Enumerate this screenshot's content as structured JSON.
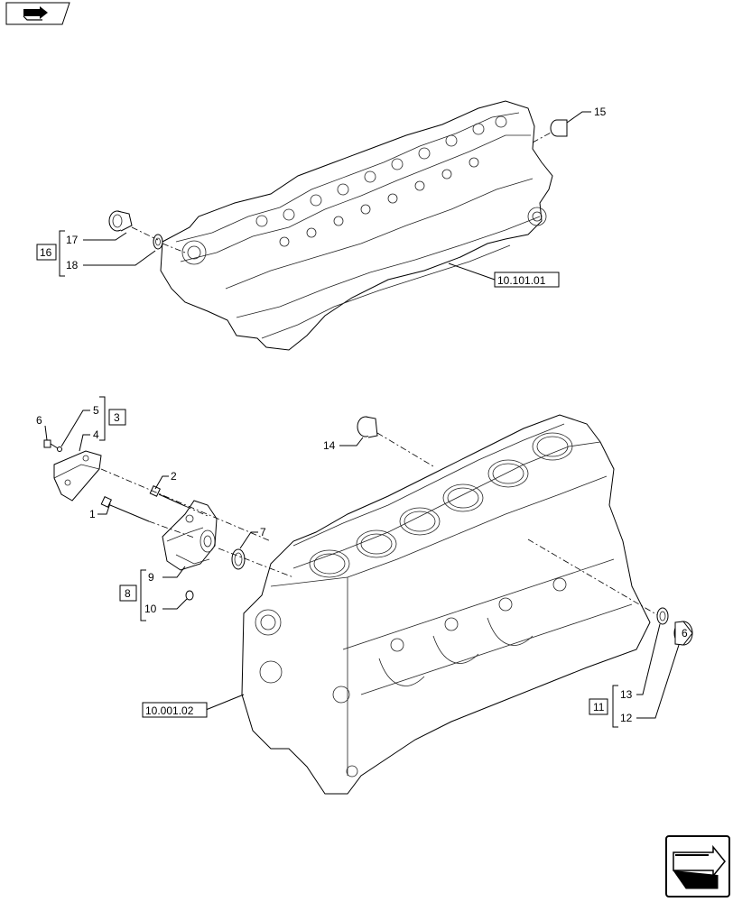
{
  "references": {
    "cylinder_head": "10.101.01",
    "engine_block": "10.001.02"
  },
  "callouts": {
    "c1": "1",
    "c2": "2",
    "c4": "4",
    "c5": "5",
    "c6": "6",
    "c7": "7",
    "c9": "9",
    "c10": "10",
    "c12": "12",
    "c13": "13",
    "c14": "14",
    "c15": "15",
    "c17": "17",
    "c18": "18"
  },
  "groups": {
    "g3": "3",
    "g8": "8",
    "g11": "11",
    "g16": "16"
  },
  "part_label": "6",
  "icons": {
    "top_left": "book-arrow-icon",
    "bottom_right": "next-page-arrow-icon"
  }
}
